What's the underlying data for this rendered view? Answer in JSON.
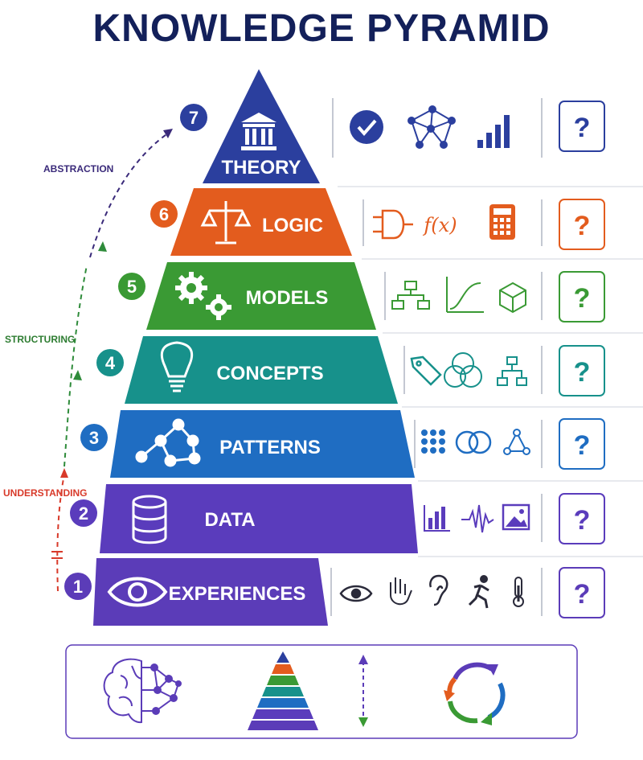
{
  "title": "KNOWLEDGE PYRAMID",
  "side_labels": {
    "abstraction": "ABSTRACTION",
    "structuring": "STRUCTURING",
    "understanding": "UNDERSTANDING"
  },
  "levels": [
    {
      "number": "7",
      "label": "THEORY",
      "color": "#2b3f9e",
      "icons": [
        "checkmark-icon",
        "network-icon",
        "bar-chart-icon"
      ],
      "question": "?"
    },
    {
      "number": "6",
      "label": "LOGIC",
      "color": "#e35c1e",
      "icons": [
        "logic-gate-icon",
        "function-icon",
        "calculator-icon"
      ],
      "question": "?"
    },
    {
      "number": "5",
      "label": "MODELS",
      "color": "#3a9a34",
      "icons": [
        "flowchart-icon",
        "curve-graph-icon",
        "cube-icon"
      ],
      "question": "?"
    },
    {
      "number": "4",
      "label": "CONCEPTS",
      "color": "#17918b",
      "icons": [
        "tag-icon",
        "venn-diagram-icon",
        "hierarchy-icon"
      ],
      "question": "?"
    },
    {
      "number": "3",
      "label": "PATTERNS",
      "color": "#1f6dc2",
      "icons": [
        "dot-grid-icon",
        "overlap-circles-icon",
        "triangle-nodes-icon"
      ],
      "question": "?"
    },
    {
      "number": "2",
      "label": "DATA",
      "color": "#5a3cbc",
      "icons": [
        "bar-chart-icon",
        "waveform-icon",
        "image-icon"
      ],
      "question": "?"
    },
    {
      "number": "1",
      "label": "EXPERIENCES",
      "color": "#5b3cb8",
      "icons": [
        "eye-icon",
        "hand-icon",
        "ear-icon",
        "running-person-icon",
        "thermometer-icon"
      ],
      "question": "?"
    }
  ],
  "bottom_panel": {
    "icons": [
      "brain-network-icon",
      "mini-pyramid-icon",
      "vertical-arrow-icon",
      "cycle-arrows-icon"
    ]
  }
}
